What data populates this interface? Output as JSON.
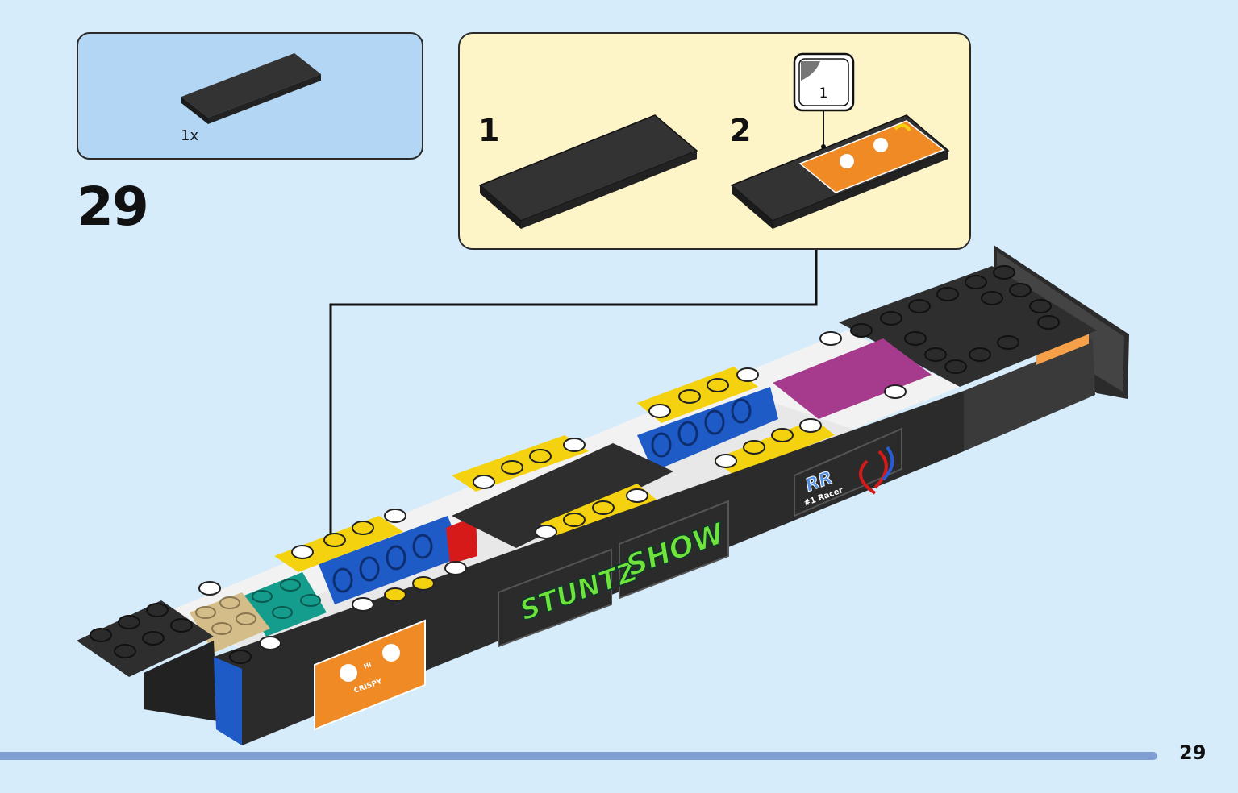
{
  "step": {
    "number": "29"
  },
  "parts_list": {
    "quantity": "1x",
    "part": "black-tile-icon"
  },
  "sub_assembly": {
    "steps": [
      {
        "label": "1"
      },
      {
        "label": "2"
      }
    ],
    "sticker_number": "1"
  },
  "stickers": {
    "crispy_small_text": "CRISPY",
    "hi_small_text": "HI",
    "stuntz": "STUNTZ",
    "show": "SHOW",
    "rr_logo": "RR",
    "racer_caption": "#1 Racer"
  },
  "colors": {
    "page_bg": "#d6ecfb",
    "parts_box_bg": "#b2d6f3",
    "sub_box_bg": "#fdf4c8",
    "footer_bar": "#7f9fd4",
    "sticker_orange": "#f08a24",
    "sticker_green": "#6fe33a",
    "brick_black": "#2b2b2b",
    "brick_yellow": "#f5d20f",
    "brick_blue": "#1e5bc6",
    "brick_teal": "#149c8c",
    "brick_magenta": "#a63a8c",
    "brick_tan": "#d4bd88",
    "brick_white": "#f4f4f4"
  },
  "footer": {
    "page_number": "29"
  }
}
